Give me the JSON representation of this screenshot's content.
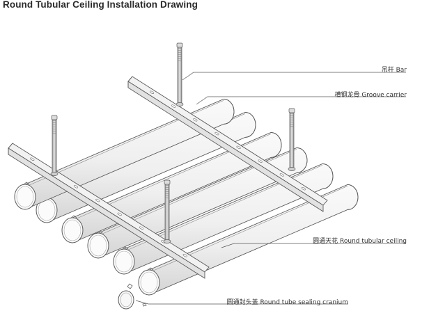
{
  "title": "Round Tubular Ceiling Installation Drawing",
  "callouts": {
    "bar": "吊杆 Bar",
    "groove_carrier": "槽钢龙骨 Groove carrier",
    "round_tubular_ceiling": "圆通天花 Round tubular ceiling",
    "sealing_cranium": "圆通封头盖 Round tube sealing cranium"
  },
  "colors": {
    "line": "#5a5a5a",
    "tube_fill": "#f4f4f4",
    "tube_shade": "#d9d9d9",
    "carrier_fill": "#eeeeee"
  }
}
